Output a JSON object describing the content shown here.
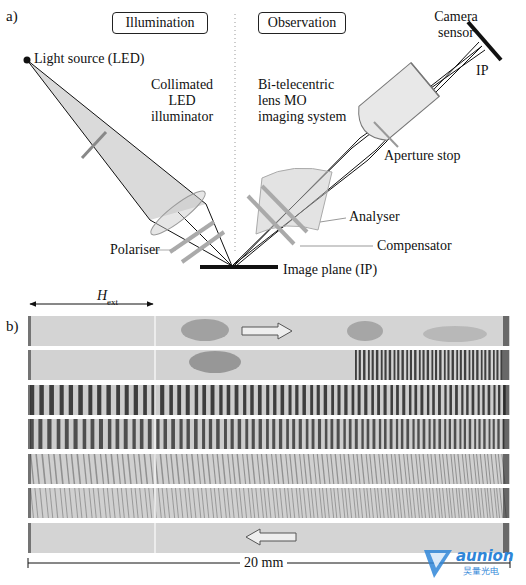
{
  "diagram": {
    "nodes": [
      {
        "text": [
          "Illumination"
        ]
      },
      {
        "text": [
          "Observation"
        ]
      }
    ],
    "labels": [
      "a)",
      "Light source (LED)",
      "Collimated LED illuminator",
      "Bi-telecentric lens MO imaging system",
      "Camera sensor",
      "IP",
      "Aperture stop",
      "Analyser",
      "Compensator",
      "Polariser",
      "Image plane (IP)",
      "b)",
      "H",
      "ext",
      "20 mm",
      "aunion",
      "昊量光电"
    ]
  }
}
